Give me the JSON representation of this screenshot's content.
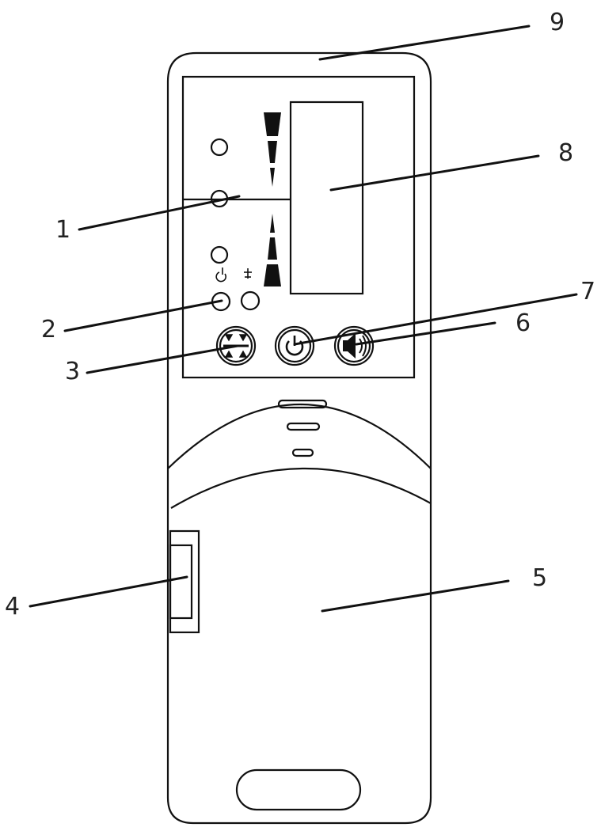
{
  "colors": {
    "line": "#111111",
    "label": "#222222",
    "background": "#ffffff"
  },
  "labels": {
    "l1": "1",
    "l2": "2",
    "l3": "3",
    "l4": "4",
    "l5": "5",
    "l6": "6",
    "l7": "7",
    "l8": "8",
    "l9": "9"
  },
  "icons": {
    "button_left": "level-arrows-icon",
    "button_middle": "power-icon",
    "button_right": "speaker-icon",
    "indicator_power": "power-icon",
    "indicator_battery": "battery-icon"
  }
}
